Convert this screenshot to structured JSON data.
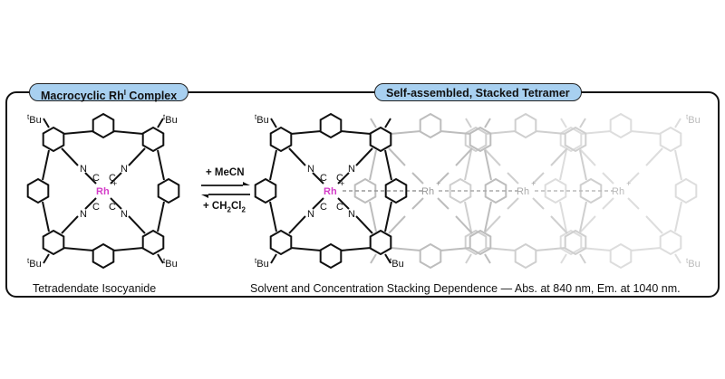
{
  "labels": {
    "left_title": "Macrocyclic Rh",
    "left_title_sup": "I",
    "left_title_suffix": " Complex",
    "right_title": "Self-assembled, Stacked Tetramer",
    "left_caption": "Tetradendate Isocyanide",
    "right_caption": "Solvent and Concentration Stacking Dependence — Abs. at 840 nm, Em. at 1040 nm."
  },
  "reagents": {
    "forward": "+ MeCN",
    "reverse_prefix": "+ CH",
    "reverse_sub1": "2",
    "reverse_mid": "Cl",
    "reverse_sub2": "2"
  },
  "atoms": {
    "metal": "Rh",
    "metal_charge": "+",
    "nitrogen": "N",
    "carbon": "C",
    "tbu_prefix": "t",
    "tbu": "Bu"
  },
  "colors": {
    "pill": "#a8d0f0",
    "metal": "#d43cc8",
    "ghost": "#bbbbbb",
    "ink": "#111111"
  }
}
